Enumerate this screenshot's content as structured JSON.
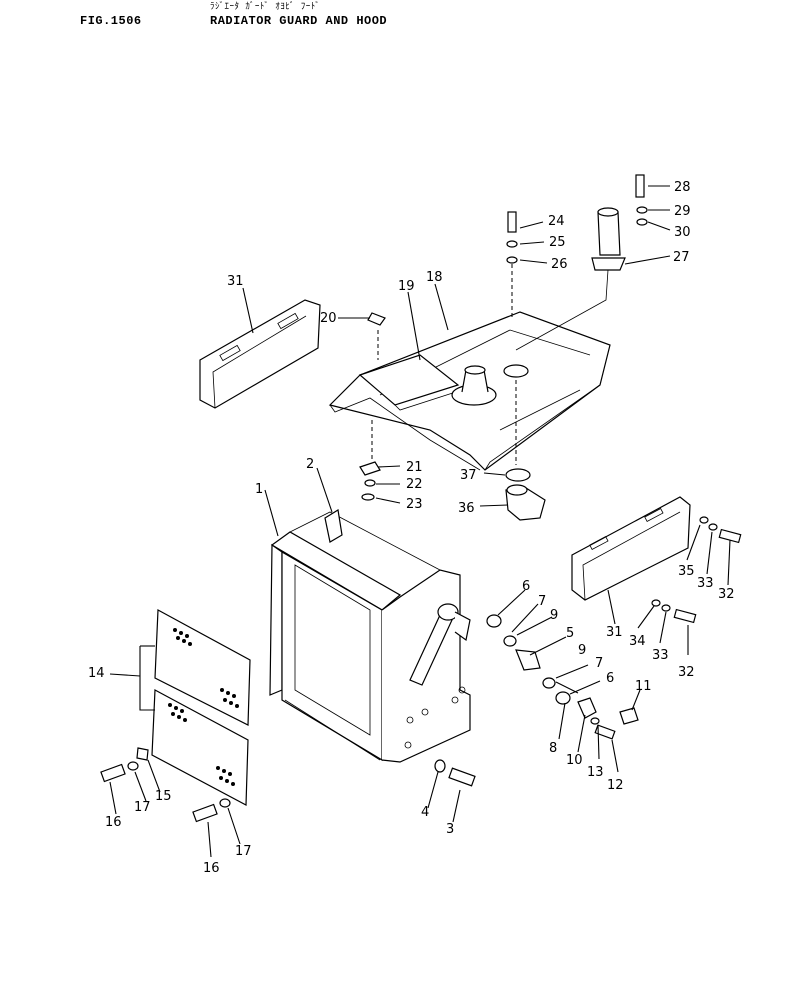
{
  "header": {
    "fig_number": "FIG.1506",
    "japanese_title": "ﾗｼﾞｴｰﾀ ｶﾞｰﾄﾞ ｵﾖﾋﾞ ﾌｰﾄﾞ",
    "title": "RADIATOR GUARD AND HOOD"
  },
  "callouts": [
    "1",
    "2",
    "3",
    "4",
    "5",
    "6",
    "6",
    "7",
    "7",
    "8",
    "9",
    "9",
    "10",
    "11",
    "12",
    "13",
    "14",
    "15",
    "16",
    "16",
    "17",
    "17",
    "18",
    "19",
    "20",
    "21",
    "22",
    "23",
    "24",
    "25",
    "26",
    "27",
    "28",
    "29",
    "30",
    "31",
    "31",
    "32",
    "32",
    "33",
    "33",
    "34",
    "35",
    "36",
    "37"
  ]
}
